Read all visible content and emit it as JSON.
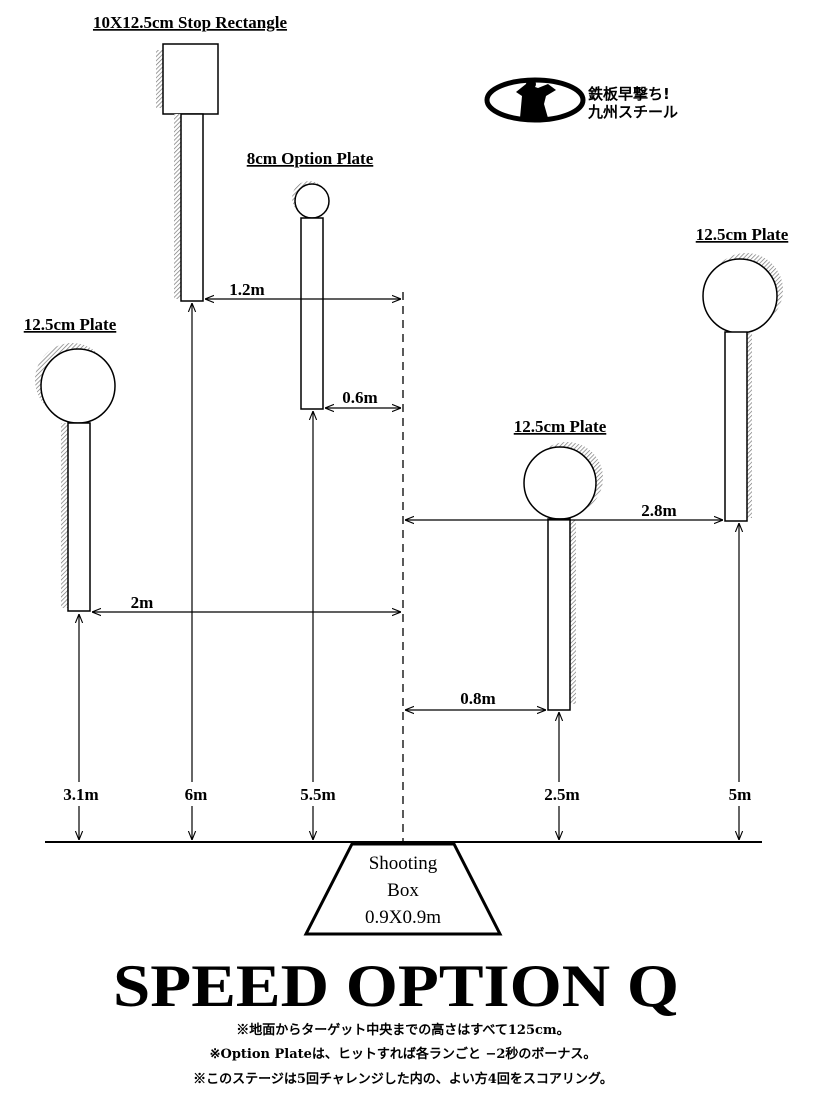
{
  "targets": {
    "stop_rectangle": {
      "label": "10X12.5cm Stop Rectangle",
      "height": "6m",
      "offset": "1.2m"
    },
    "option_plate": {
      "label": "8cm Option Plate",
      "height": "5.5m",
      "offset": "0.6m"
    },
    "left_plate": {
      "label": "12.5cm Plate",
      "height": "3.1m",
      "offset": "2m"
    },
    "center_right_plate": {
      "label": "12.5cm Plate",
      "height": "2.5m",
      "offset": "0.8m"
    },
    "far_right_plate": {
      "label": "12.5cm Plate",
      "height": "5m",
      "offset": "2.8m"
    }
  },
  "shooting_box": {
    "line1": "Shooting",
    "line2": "Box",
    "line3": "0.9X0.9m"
  },
  "title": "SPEED OPTION Q",
  "notes": [
    "※地面からターゲット中央までの高さはすべて125cm。",
    "※Option Plateは、ヒットすれば各ランごと −2秒のボーナス。",
    "※このステージは5回チャレンジした内の、よい方4回をスコアリング。"
  ],
  "logo": {
    "line1": "鉄板早撃ち!",
    "line2": "九州スチール"
  }
}
